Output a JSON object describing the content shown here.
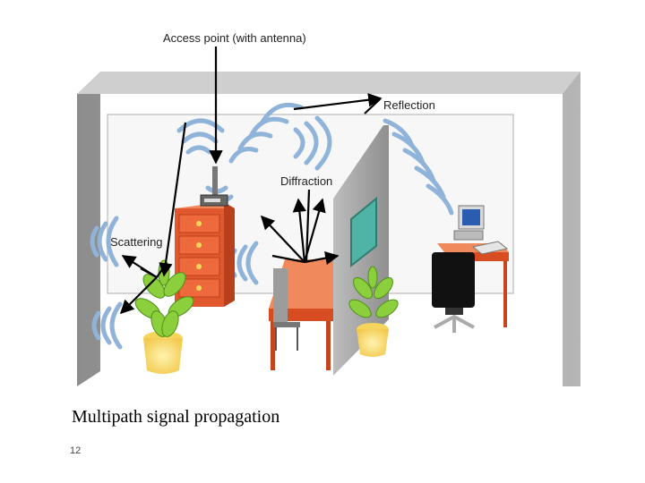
{
  "diagram": {
    "labels": {
      "access_point": "Access point (with antenna)",
      "reflection": "Reflection",
      "diffraction": "Diffraction",
      "scattering": "Scattering"
    }
  },
  "caption": "Multipath signal propagation",
  "page_number": "12",
  "colors": {
    "wall_gray": "#9a9a9a",
    "wave_blue": "#8fb3d9",
    "cabinet_orange": "#e2582e",
    "plant_green": "#8ccf3c",
    "pot_yellow": "#f6d55c",
    "partition_gray": "#a8a8a8",
    "screen_teal": "#4fb3a5"
  }
}
